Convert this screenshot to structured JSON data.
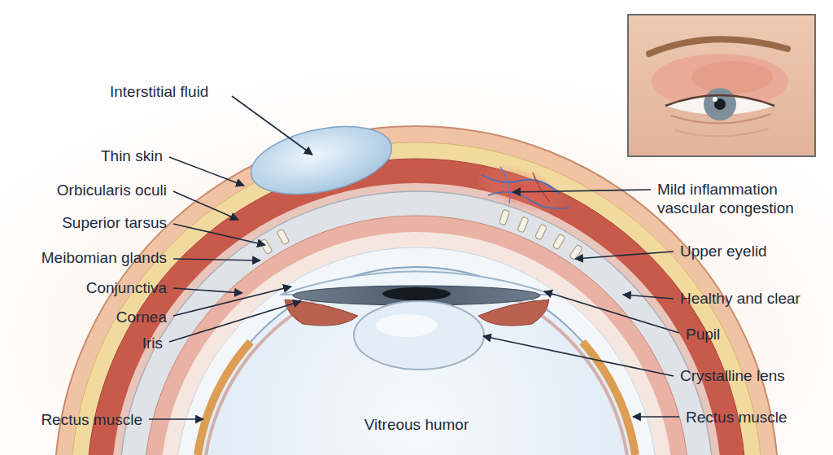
{
  "diagram": {
    "labels": [
      "Interstitial fluid",
      "Thin skin",
      "Orbicularis oculi",
      "Superior tarsus",
      "Meibomian glands",
      "Conjunctiva",
      "Cornea",
      "Iris",
      "Rectus muscle",
      "Vitreous humor",
      "Mild inflammation vascular congestion",
      "Upper eyelid",
      "Healthy and clear",
      "Pupil",
      "Crystalline lens",
      "Rectus muscle"
    ]
  }
}
